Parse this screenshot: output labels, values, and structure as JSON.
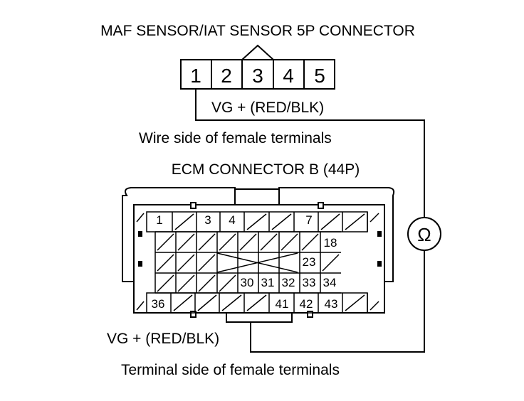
{
  "connector_5p": {
    "title": "MAF SENSOR/IAT SENSOR 5P CONNECTOR",
    "pins": [
      "1",
      "2",
      "3",
      "4",
      "5"
    ],
    "wire_label": "VG +  (RED/BLK)",
    "view_caption": "Wire side of female terminals"
  },
  "ecm_connector": {
    "title": "ECM CONNECTOR B (44P)",
    "wire_label": "VG +  (RED/BLK)",
    "view_caption": "Terminal side of female terminals",
    "pin_labels": [
      "1",
      "3",
      "4",
      "7",
      "18",
      "23",
      "30",
      "31",
      "32",
      "33",
      "34",
      "36",
      "41",
      "42",
      "43"
    ]
  },
  "meter": {
    "symbol": "Ω",
    "icon": "ohmmeter-icon"
  }
}
